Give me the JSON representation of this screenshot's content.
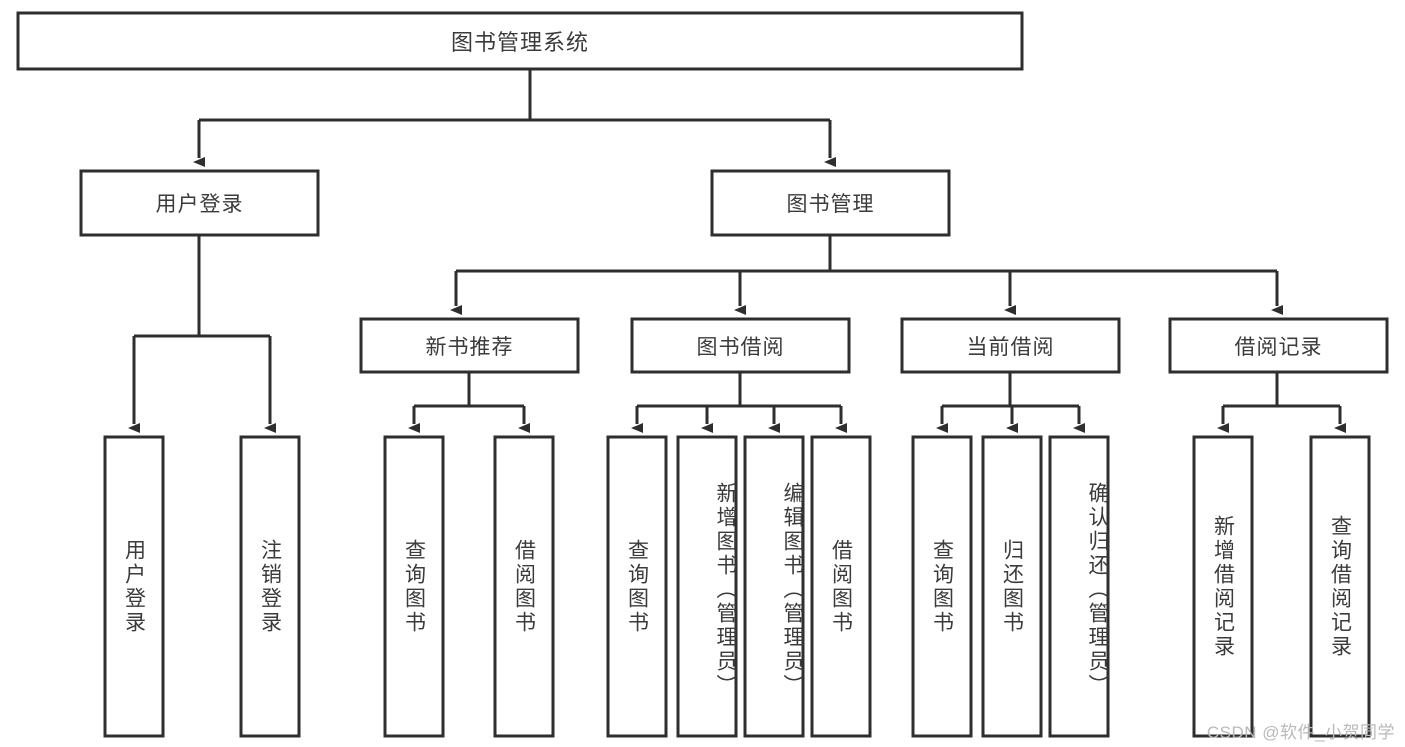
{
  "diagram": {
    "type": "tree",
    "title": "图书管理系统",
    "orientation": "top-down",
    "colors": {
      "box_stroke": "#2e2e2e",
      "box_fill": "#ffffff",
      "text": "#3b3b3b",
      "background": "#ffffff",
      "watermark": "#b9b9b9"
    },
    "root": {
      "label": "图书管理系统"
    },
    "level2": [
      {
        "label": "用户登录"
      },
      {
        "label": "图书管理"
      }
    ],
    "level3": [
      {
        "label": "新书推荐"
      },
      {
        "label": "图书借阅"
      },
      {
        "label": "当前借阅"
      },
      {
        "label": "借阅记录"
      }
    ],
    "leaves": {
      "user_login": [
        {
          "label": "用户登录"
        },
        {
          "label": "注销登录"
        }
      ],
      "new_book_recommend": [
        {
          "label": "查询图书"
        },
        {
          "label": "借阅图书"
        }
      ],
      "book_borrow": [
        {
          "label": "查询图书"
        },
        {
          "label": "新增图书（管理员）"
        },
        {
          "label": "编辑图书（管理员）"
        },
        {
          "label": "借阅图书"
        }
      ],
      "current_borrow": [
        {
          "label": "查询图书"
        },
        {
          "label": "归还图书"
        },
        {
          "label": "确认归还（管理员）"
        }
      ],
      "borrow_record": [
        {
          "label": "新增借阅记录"
        },
        {
          "label": "查询借阅记录"
        }
      ]
    }
  },
  "watermark": {
    "text": "CSDN @软件_小贺同学"
  }
}
